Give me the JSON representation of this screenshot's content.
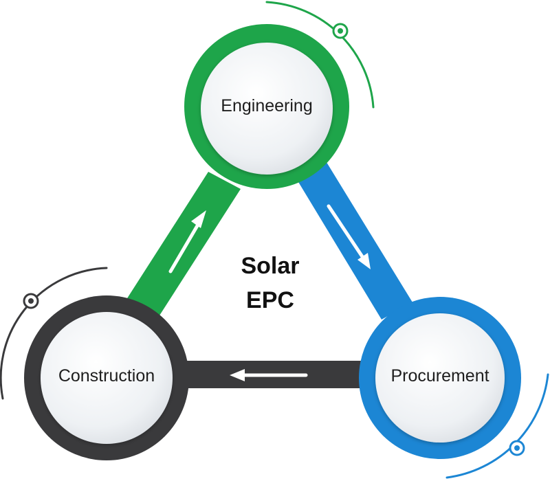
{
  "center_title": [
    "Solar",
    "EPC"
  ],
  "nodes": {
    "engineering": {
      "label": "Engineering",
      "color": "#1ea54a"
    },
    "procurement": {
      "label": "Procurement",
      "color": "#1c86d4"
    },
    "construction": {
      "label": "Construction",
      "color": "#3a3a3c"
    }
  },
  "flow": [
    {
      "from": "construction",
      "to": "engineering"
    },
    {
      "from": "engineering",
      "to": "procurement"
    },
    {
      "from": "procurement",
      "to": "construction"
    }
  ],
  "colors": {
    "disc_face": "#eceff2",
    "disc_edge": "#ffffff",
    "arrow": "#ffffff"
  }
}
